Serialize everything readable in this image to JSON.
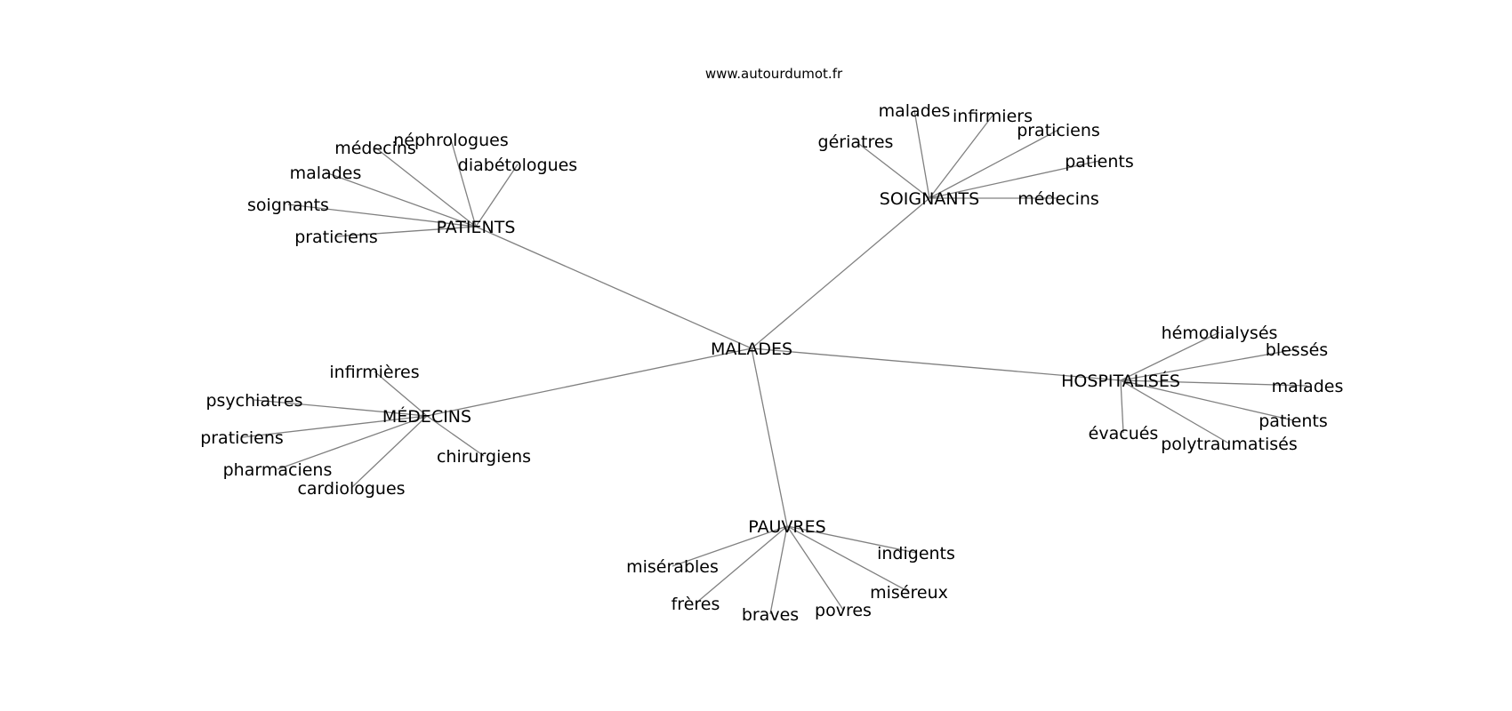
{
  "source": "www.autourdumot.fr",
  "colors": {
    "edge": "#808080",
    "text": "#000000",
    "background": "#ffffff"
  },
  "root": "MALADES",
  "clusters": [
    {
      "label": "PATIENTS",
      "words": [
        "néphrologues",
        "médecins",
        "diabétologues",
        "malades",
        "soignants",
        "praticiens"
      ]
    },
    {
      "label": "SOIGNANTS",
      "words": [
        "malades",
        "infirmiers",
        "gériatres",
        "praticiens",
        "patients",
        "médecins"
      ]
    },
    {
      "label": "MÉDECINS",
      "words": [
        "infirmières",
        "psychiatres",
        "praticiens",
        "chirurgiens",
        "pharmaciens",
        "cardiologues"
      ]
    },
    {
      "label": "HOSPITALISÉS",
      "words": [
        "hémodialysés",
        "blessés",
        "malades",
        "patients",
        "évacués",
        "polytraumatisés"
      ]
    },
    {
      "label": "PAUVRES",
      "words": [
        "indigents",
        "misérables",
        "miséreux",
        "frères",
        "povres",
        "braves"
      ]
    }
  ]
}
